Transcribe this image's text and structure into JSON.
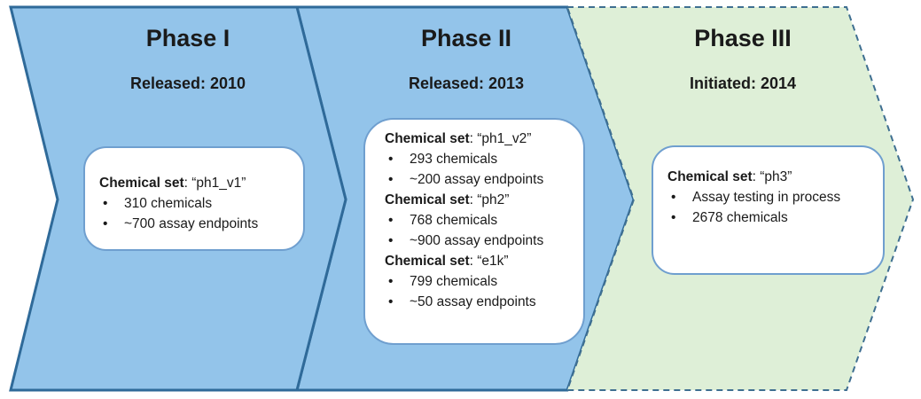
{
  "colors": {
    "phase_blue_fill": "#93c4ea",
    "phase_blue_stroke": "#2f6a99",
    "phase_green_fill": "#deefd7",
    "phase_green_stroke": "#3f6f91",
    "card_border": "#6f9fcf"
  },
  "phases": [
    {
      "title": "Phase I",
      "subtitle": "Released: 2010",
      "status": "released",
      "sets": [
        {
          "label": "Chemical set",
          "name": ": “ph1_v1”",
          "bullets": [
            "310 chemicals",
            "~700 assay endpoints"
          ]
        }
      ]
    },
    {
      "title": "Phase II",
      "subtitle": "Released: 2013",
      "status": "released",
      "sets": [
        {
          "label": "Chemical set",
          "name": ": “ph1_v2”",
          "bullets": [
            "293 chemicals",
            "~200 assay endpoints"
          ]
        },
        {
          "label": "Chemical set",
          "name": ": “ph2”",
          "bullets": [
            "768 chemicals",
            "~900 assay endpoints"
          ]
        },
        {
          "label": "Chemical set",
          "name": ": “e1k”",
          "bullets": [
            "799 chemicals",
            "~50 assay endpoints"
          ]
        }
      ]
    },
    {
      "title": "Phase III",
      "subtitle": "Initiated: 2014",
      "status": "in-progress",
      "sets": [
        {
          "label": "Chemical set",
          "name": ": “ph3”",
          "bullets": [
            "Assay testing in process",
            "2678 chemicals"
          ]
        }
      ]
    }
  ],
  "bullet_glyph": "•"
}
